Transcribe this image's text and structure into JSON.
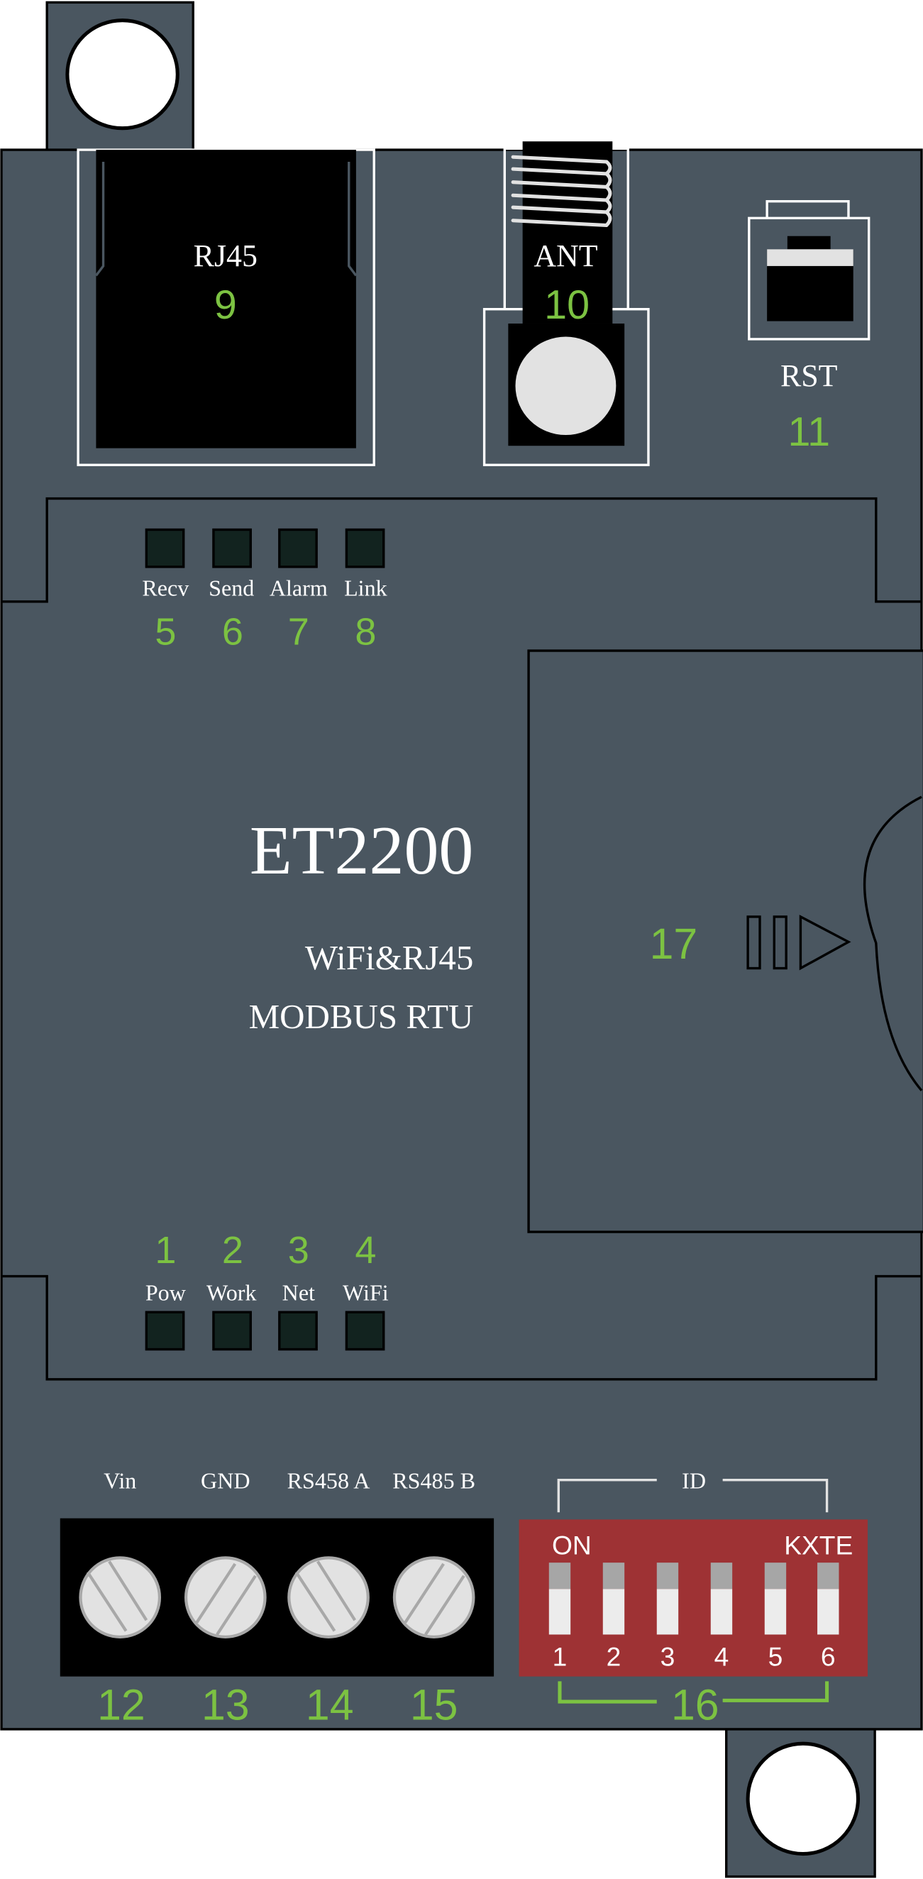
{
  "device": {
    "model": "ET2200",
    "subtitle_line1": "WiFi&RJ45",
    "subtitle_line2": "MODBUS RTU"
  },
  "ports": {
    "rj45": {
      "label": "RJ45",
      "number": "9"
    },
    "antenna": {
      "label": "ANT",
      "number": "10"
    },
    "reset": {
      "label": "RST",
      "number": "11"
    }
  },
  "top_leds": [
    {
      "label": "Recv",
      "number": "5"
    },
    {
      "label": "Send",
      "number": "6"
    },
    {
      "label": "Alarm",
      "number": "7"
    },
    {
      "label": "Link",
      "number": "8"
    }
  ],
  "bottom_leds": [
    {
      "label": "Pow",
      "number": "1"
    },
    {
      "label": "Work",
      "number": "2"
    },
    {
      "label": "Net",
      "number": "3"
    },
    {
      "label": "WiFi",
      "number": "4"
    }
  ],
  "slot": {
    "number": "17"
  },
  "terminals": [
    {
      "label": "Vin",
      "number": "12"
    },
    {
      "label": "GND",
      "number": "13"
    },
    {
      "label": "RS458 A",
      "number": "14"
    },
    {
      "label": "RS485 B",
      "number": "15"
    }
  ],
  "dip_switch": {
    "group_label": "ID",
    "on_label": "ON",
    "brand_label": "KXTE",
    "number": "16",
    "switches": [
      "1",
      "2",
      "3",
      "4",
      "5",
      "6"
    ]
  },
  "colors": {
    "body": "#4a5660",
    "callout_green": "#7cc242",
    "dip_red": "#9e3234",
    "led_off": "#12231f"
  }
}
